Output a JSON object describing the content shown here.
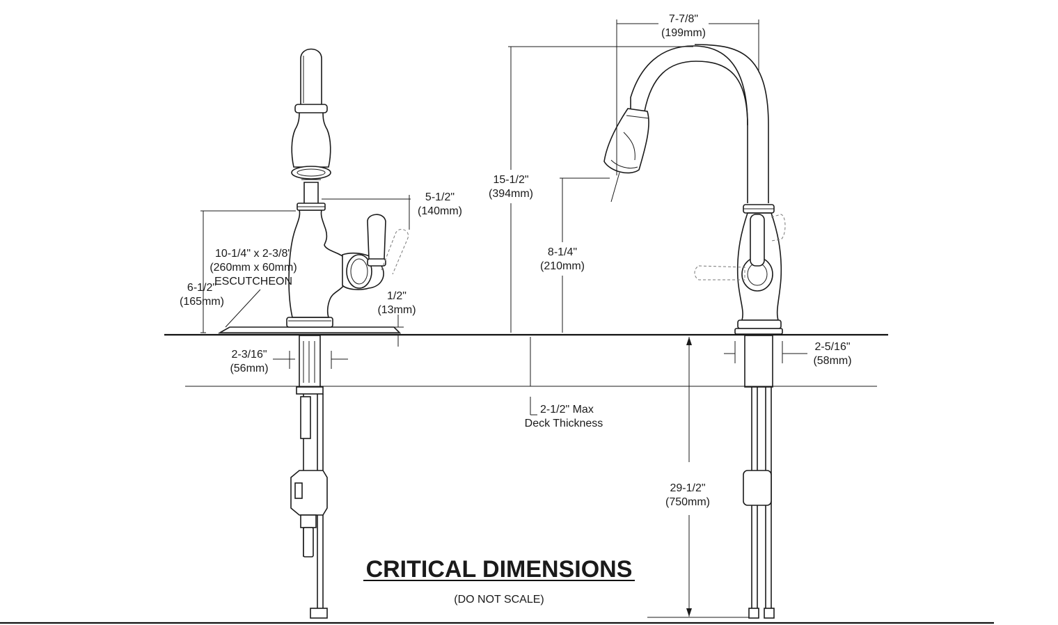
{
  "title": "CRITICAL DIMENSIONS",
  "subtitle": "(DO NOT SCALE)",
  "side_view": {
    "escutcheon_line1": "10-1/4\" x 2-3/8\"",
    "escutcheon_line2": "(260mm x 60mm)",
    "escutcheon_line3": "ESCUTCHEON",
    "height_in": "6-1/2\"",
    "height_mm": "(165mm)",
    "reach_in": "5-1/2\"",
    "reach_mm": "(140mm)",
    "base_in": "1/2\"",
    "base_mm": "(13mm)",
    "shank_in": "2-3/16\"",
    "shank_mm": "(56mm)"
  },
  "front_view": {
    "spout_reach_in": "7-7/8\"",
    "spout_reach_mm": "(199mm)",
    "overall_height_in": "15-1/2\"",
    "overall_height_mm": "(394mm)",
    "spout_height_in": "8-1/4\"",
    "spout_height_mm": "(210mm)",
    "shank_in": "2-5/16\"",
    "shank_mm": "(58mm)",
    "supply_length_in": "29-1/2\"",
    "supply_length_mm": "(750mm)"
  },
  "deck": {
    "max_line1": "2-1/2\" Max",
    "max_line2": "Deck Thickness"
  }
}
